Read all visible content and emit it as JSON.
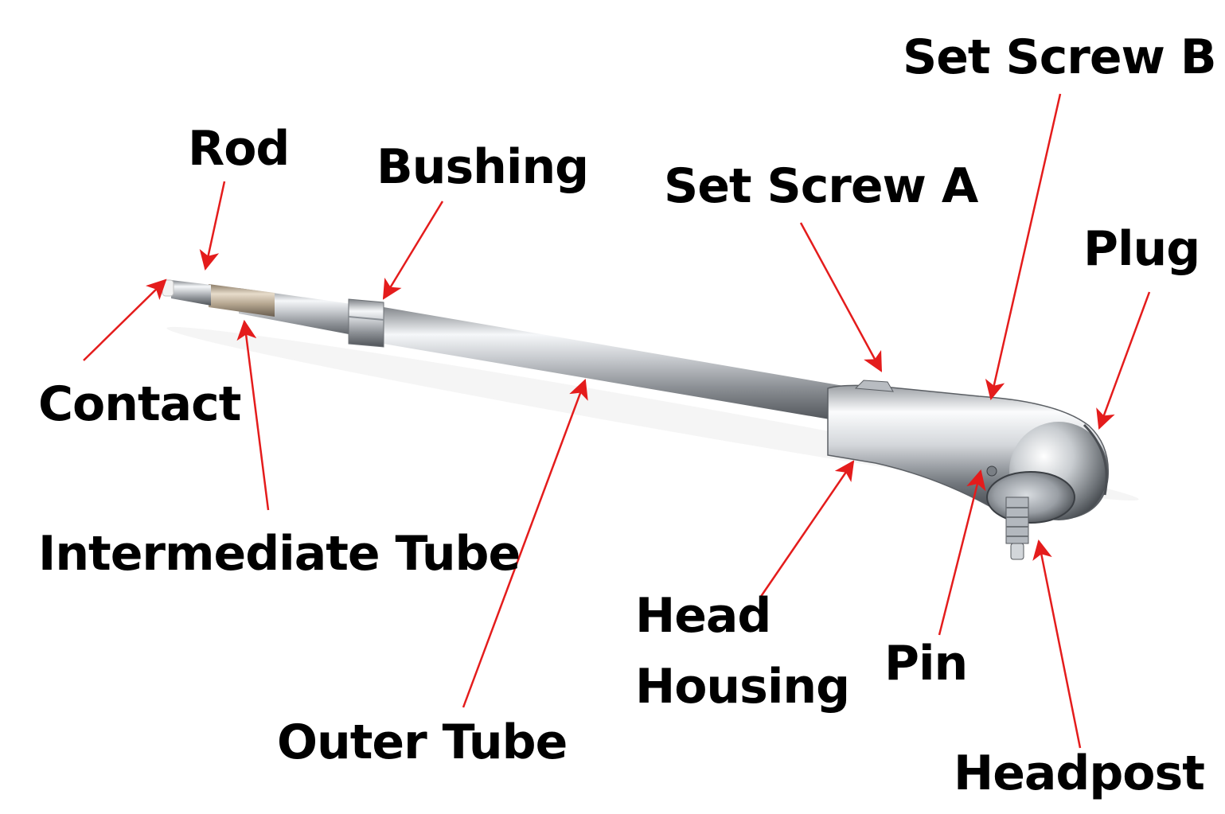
{
  "diagram": {
    "labels": {
      "rod": "Rod",
      "bushing": "Bushing",
      "set_screw_a": "Set Screw A",
      "set_screw_b": "Set Screw B",
      "plug": "Plug",
      "contact": "Contact",
      "intermediate_tube": "Intermediate Tube",
      "outer_tube": "Outer Tube",
      "head_line1": "Head",
      "head_line2": "Housing",
      "pin": "Pin",
      "headpost": "Headpost"
    },
    "colors": {
      "label_text": "#000000",
      "arrow": "#e41c1c",
      "background": "#ffffff",
      "chrome_light": "#f4f6f8",
      "chrome_dark": "#6f7378"
    }
  }
}
